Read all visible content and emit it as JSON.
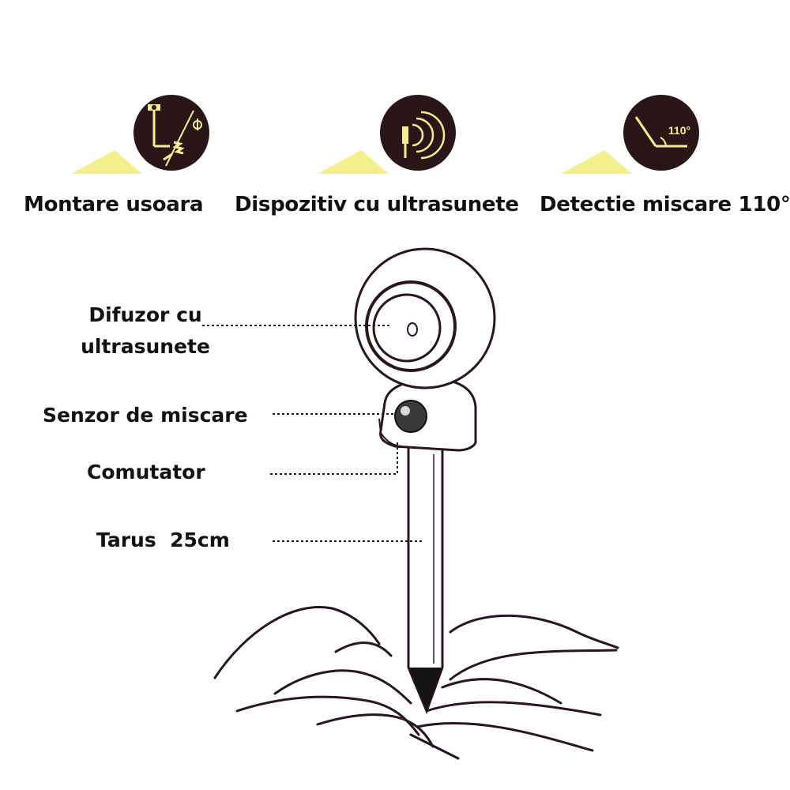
{
  "features": [
    {
      "label": "Montare usoara",
      "icon": "mounting-tools-icon"
    },
    {
      "label": "Dispozitiv cu ultrasunete",
      "icon": "ultrasonic-waves-icon",
      "text": "",
      "text_icon": ""
    },
    {
      "label": "Detectie miscare 110°",
      "icon": "detection-angle-icon",
      "angle_text": "110°"
    }
  ],
  "callouts": {
    "speaker": {
      "line1": "Difuzor cu",
      "line2": "ultrasunete"
    },
    "motion_sensor": "Senzor de miscare",
    "switch": "Comutator",
    "stake": "Tarus  25cm"
  },
  "colors": {
    "badge": "#2a1517",
    "accent": "#f3ef8a",
    "text": "#111111",
    "line": "#2a1517"
  }
}
